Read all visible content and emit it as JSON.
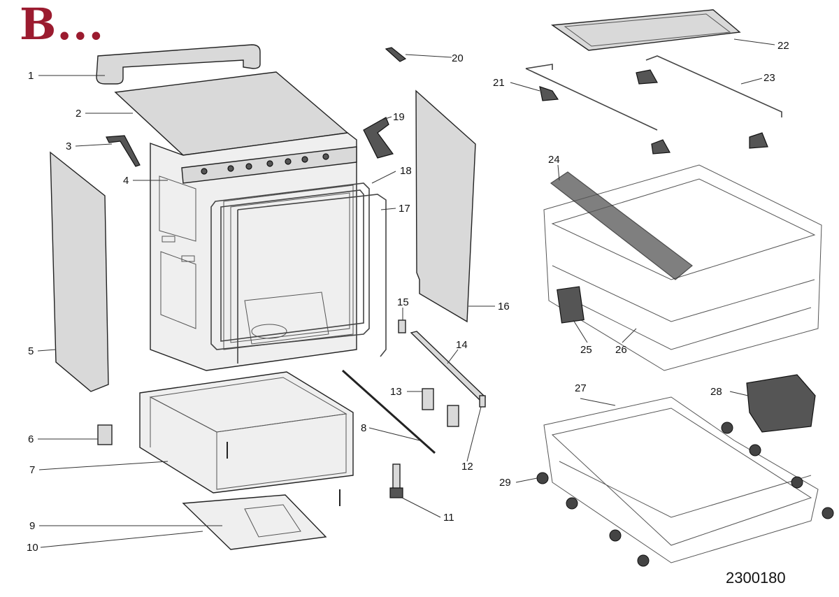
{
  "heading": "B...",
  "diagram_code": "2300180",
  "part_numbers": [
    "1",
    "2",
    "3",
    "4",
    "5",
    "6",
    "7",
    "8",
    "9",
    "10",
    "11",
    "12",
    "13",
    "14",
    "15",
    "16",
    "17",
    "18",
    "19",
    "20",
    "21",
    "22",
    "23",
    "24",
    "25",
    "26",
    "27",
    "28",
    "29"
  ]
}
